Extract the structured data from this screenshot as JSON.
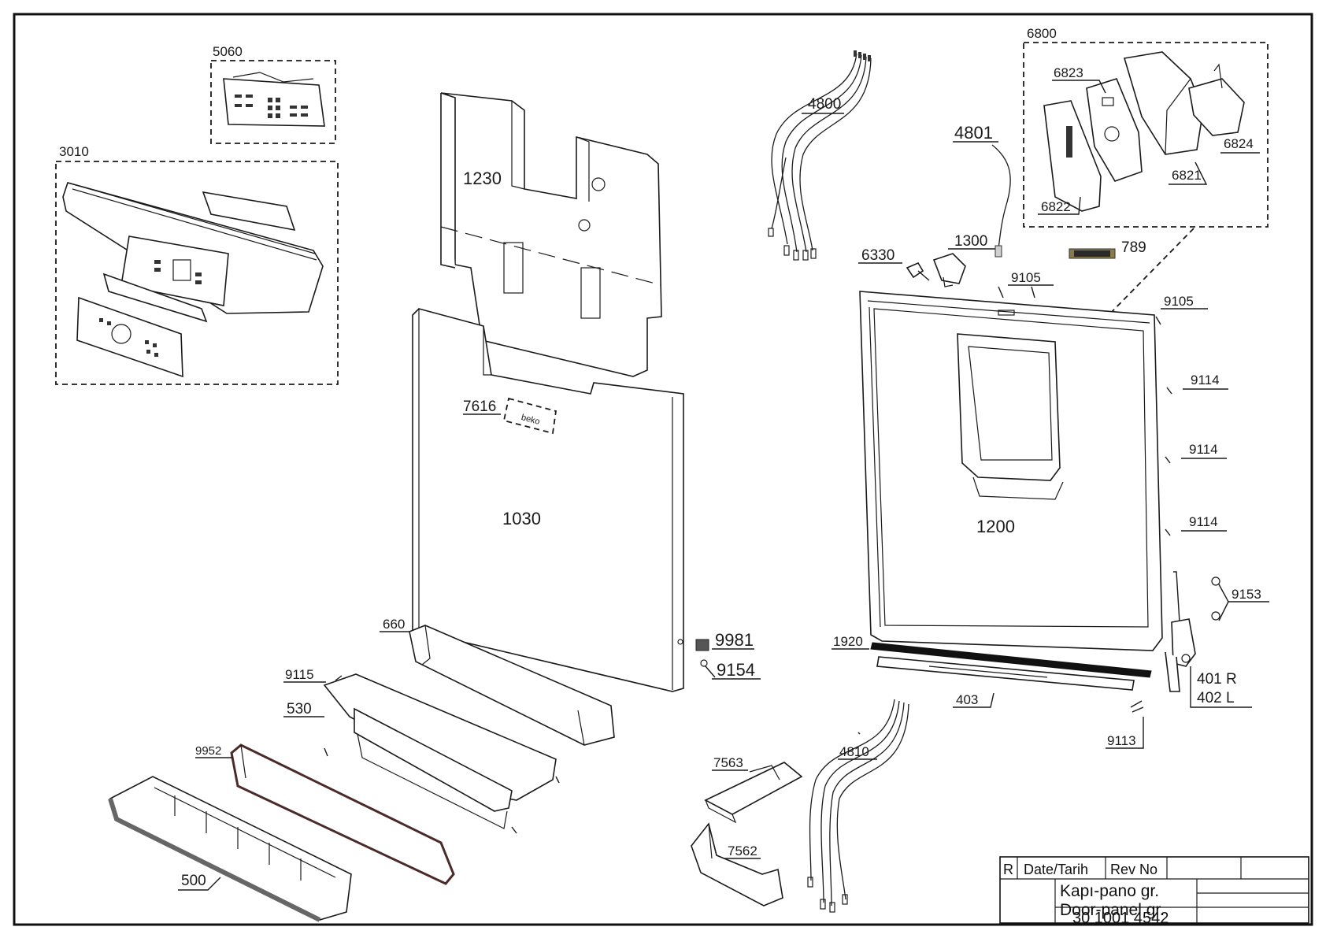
{
  "callouts": [
    {
      "name": "callout-5060",
      "text": "5060"
    },
    {
      "name": "callout-3010",
      "text": "3010"
    },
    {
      "name": "callout-1230",
      "text": "1230"
    },
    {
      "name": "callout-1030",
      "text": "1030"
    },
    {
      "name": "callout-7616",
      "text": "7616"
    },
    {
      "name": "callout-660",
      "text": "660"
    },
    {
      "name": "callout-9115",
      "text": "9115"
    },
    {
      "name": "callout-530",
      "text": "530"
    },
    {
      "name": "callout-9952",
      "text": "9952"
    },
    {
      "name": "callout-500",
      "text": "500"
    },
    {
      "name": "callout-9981",
      "text": "9981"
    },
    {
      "name": "callout-9154",
      "text": "9154"
    },
    {
      "name": "callout-4800",
      "text": "4800"
    },
    {
      "name": "callout-4801",
      "text": "4801"
    },
    {
      "name": "callout-6800",
      "text": "6800"
    },
    {
      "name": "callout-6823",
      "text": "6823"
    },
    {
      "name": "callout-6824",
      "text": "6824"
    },
    {
      "name": "callout-6821",
      "text": "6821"
    },
    {
      "name": "callout-6822",
      "text": "6822"
    },
    {
      "name": "callout-789",
      "text": "789"
    },
    {
      "name": "callout-6330",
      "text": "6330"
    },
    {
      "name": "callout-1300",
      "text": "1300"
    },
    {
      "name": "callout-9105-a",
      "text": "9105"
    },
    {
      "name": "callout-9105-b",
      "text": "9105"
    },
    {
      "name": "callout-9114-a",
      "text": "9114"
    },
    {
      "name": "callout-9114-b",
      "text": "9114"
    },
    {
      "name": "callout-9114-c",
      "text": "9114"
    },
    {
      "name": "callout-1200",
      "text": "1200"
    },
    {
      "name": "callout-9153",
      "text": "9153"
    },
    {
      "name": "callout-1920",
      "text": "1920"
    },
    {
      "name": "callout-401r",
      "text": "401 R"
    },
    {
      "name": "callout-402l",
      "text": "402 L"
    },
    {
      "name": "callout-403",
      "text": "403"
    },
    {
      "name": "callout-9113",
      "text": "9113"
    },
    {
      "name": "callout-7563",
      "text": "7563"
    },
    {
      "name": "callout-7562",
      "text": "7562"
    },
    {
      "name": "callout-4810",
      "text": "4810"
    }
  ],
  "title_block": {
    "rev_marker": "R",
    "date_label": "Date/Tarih",
    "rev_label": "Rev No",
    "title_tr": "Kapı-pano gr.",
    "title_en": "Door-panel gr.",
    "drawing_number": "30 1001 4542"
  },
  "logo_text": "beko"
}
